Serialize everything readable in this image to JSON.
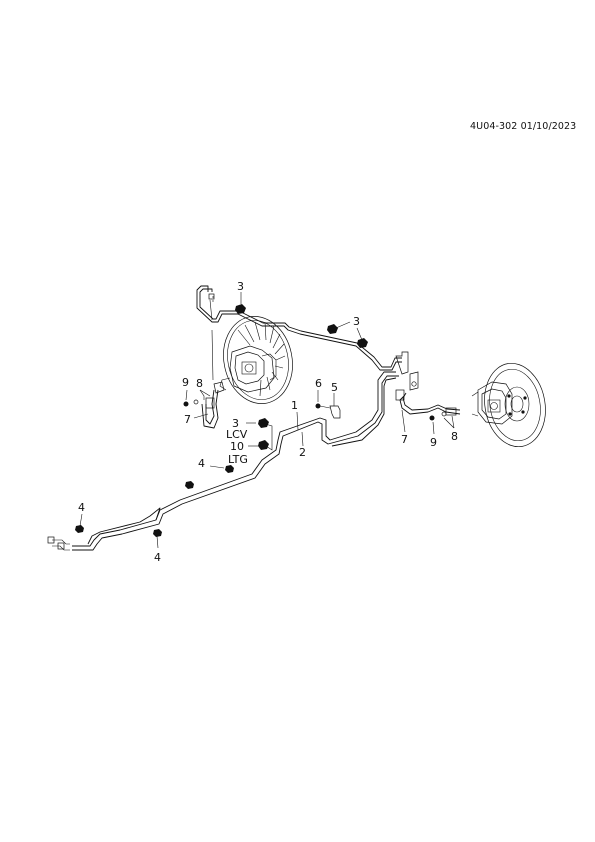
{
  "header": {
    "doc_code": "4U04-302 01/10/2023"
  },
  "callouts": {
    "c1": "1",
    "c2": "2",
    "c3_top": "3",
    "c3_mid": "3",
    "c3_left": "3",
    "c4_upper": "4",
    "c4_left": "4",
    "c4_bottom": "4",
    "c5": "5",
    "c6": "6",
    "c7_left": "7",
    "c7_right": "7",
    "c8_left": "8",
    "c8_right": "8",
    "c9_left": "9",
    "c9_right": "9",
    "c10": "10"
  },
  "variants": {
    "lcv": "LCV",
    "ltg": "LTG"
  },
  "icons": {
    "left_brake": "brake-disc-caliper-icon",
    "right_brake": "brake-disc-caliper-icon"
  }
}
